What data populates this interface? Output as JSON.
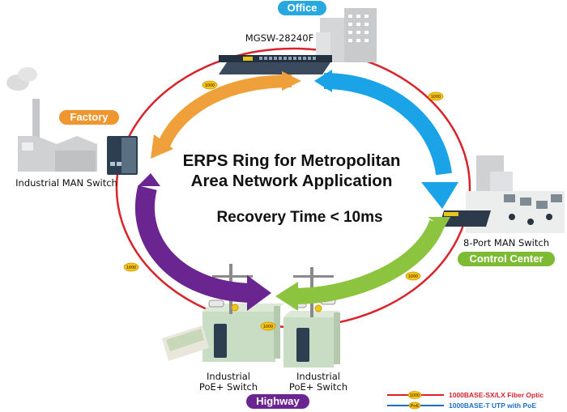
{
  "colors": {
    "ring": "#d9222a",
    "orange": "#f0a03a",
    "blue": "#1aa3e6",
    "purple": "#6a2590",
    "green": "#8cc43f",
    "badge": "#f5c518"
  },
  "locations": {
    "office": "Office",
    "factory": "Factory",
    "control_center": "Control Center",
    "highway": "Highway"
  },
  "devices": {
    "mgsw": "MGSW-28240F",
    "industrial_man": "Industrial MAN Switch",
    "eight_port": "8-Port MAN Switch",
    "poe_left_line1": "Industrial",
    "poe_left_line2": "PoE+ Switch",
    "poe_right_line1": "Industrial",
    "poe_right_line2": "PoE+ Switch"
  },
  "center": {
    "title_line1": "ERPS Ring for Metropolitan",
    "title_line2": "Area Network Application",
    "recovery": "Recovery Time < 10ms"
  },
  "link_badges": [
    "1000",
    "1000",
    "1000",
    "1000",
    "1000"
  ],
  "legend": {
    "fiber": "1000BASE-SX/LX Fiber Optic",
    "utp": "1000BASE-T UTP with PoE",
    "fiber_badge": "1000",
    "utp_badge": "PoE"
  }
}
